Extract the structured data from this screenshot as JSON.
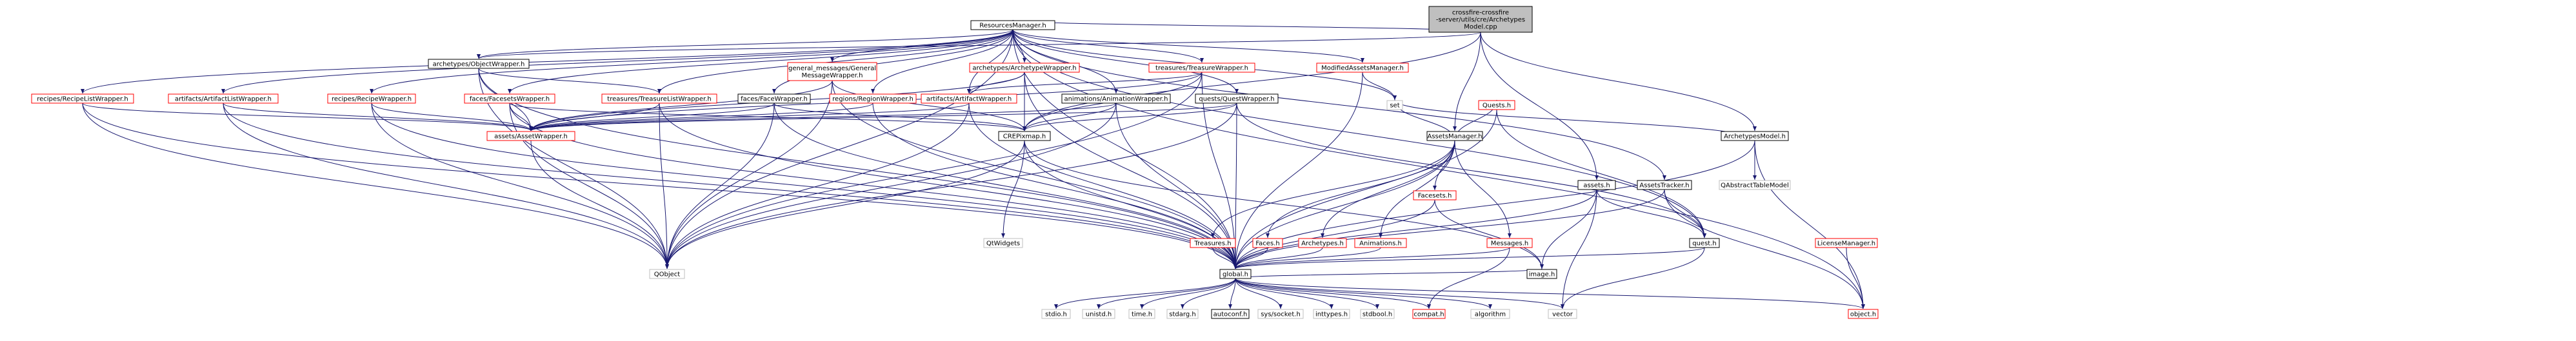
{
  "diagram": {
    "colors": {
      "edge": "#191970",
      "border_black": "#000000",
      "border_red": "#ff0000",
      "border_grey": "#bfbfbf",
      "root_fill": "#bfbfbf",
      "fill": "#ffffff",
      "text": "#000000"
    },
    "nodes": [
      {
        "id": "root",
        "lines": [
          "crossfire-crossfire",
          "-server/utils/cre/Archetypes",
          "Model.cpp"
        ],
        "style": "root"
      },
      {
        "id": "resmgr",
        "lines": [
          "ResourcesManager.h"
        ],
        "style": "black"
      },
      {
        "id": "assetsmgr",
        "lines": [
          "AssetsManager.h"
        ],
        "style": "black"
      },
      {
        "id": "assets",
        "lines": [
          "assets.h"
        ],
        "style": "black"
      },
      {
        "id": "archmodel",
        "lines": [
          "ArchetypesModel.h"
        ],
        "style": "black"
      },
      {
        "id": "objwrap",
        "lines": [
          "archetypes/ObjectWrapper.h"
        ],
        "style": "black"
      },
      {
        "id": "genmsg",
        "lines": [
          "general_messages/General",
          "MessageWrapper.h"
        ],
        "style": "red"
      },
      {
        "id": "archwrap",
        "lines": [
          "archetypes/ArchetypeWrapper.h"
        ],
        "style": "red"
      },
      {
        "id": "treaswrap",
        "lines": [
          "treasures/TreasureWrapper.h"
        ],
        "style": "red"
      },
      {
        "id": "modassets",
        "lines": [
          "ModifiedAssetsManager.h"
        ],
        "style": "red"
      },
      {
        "id": "assetstracker",
        "lines": [
          "AssetsTracker.h"
        ],
        "style": "black"
      },
      {
        "id": "qabstract",
        "lines": [
          "QAbstractTableModel"
        ],
        "style": "grey"
      },
      {
        "id": "recipelist",
        "lines": [
          "recipes/RecipeListWrapper.h"
        ],
        "style": "red"
      },
      {
        "id": "artlist",
        "lines": [
          "artifacts/ArtifactListWrapper.h"
        ],
        "style": "red"
      },
      {
        "id": "recipewrap",
        "lines": [
          "recipes/RecipeWrapper.h"
        ],
        "style": "red"
      },
      {
        "id": "facesetswrap",
        "lines": [
          "faces/FacesetsWrapper.h"
        ],
        "style": "red"
      },
      {
        "id": "treaslist",
        "lines": [
          "treasures/TreasureListWrapper.h"
        ],
        "style": "red"
      },
      {
        "id": "facewrap",
        "lines": [
          "faces/FaceWrapper.h"
        ],
        "style": "black"
      },
      {
        "id": "regionwrap",
        "lines": [
          "regions/RegionWrapper.h"
        ],
        "style": "red"
      },
      {
        "id": "artwrap",
        "lines": [
          "artifacts/ArtifactWrapper.h"
        ],
        "style": "red"
      },
      {
        "id": "animwrap",
        "lines": [
          "animations/AnimationWrapper.h"
        ],
        "style": "black"
      },
      {
        "id": "questwrap",
        "lines": [
          "quests/QuestWrapper.h"
        ],
        "style": "black"
      },
      {
        "id": "set",
        "lines": [
          "set"
        ],
        "style": "grey"
      },
      {
        "id": "quests",
        "lines": [
          "Quests.h"
        ],
        "style": "red"
      },
      {
        "id": "quest",
        "lines": [
          "quest.h"
        ],
        "style": "black"
      },
      {
        "id": "assetwrap",
        "lines": [
          "assets/AssetWrapper.h"
        ],
        "style": "red"
      },
      {
        "id": "crepixmap",
        "lines": [
          "CREPixmap.h"
        ],
        "style": "black"
      },
      {
        "id": "treasures",
        "lines": [
          "Treasures.h"
        ],
        "style": "red"
      },
      {
        "id": "faces",
        "lines": [
          "Faces.h"
        ],
        "style": "red"
      },
      {
        "id": "archetypes",
        "lines": [
          "Archetypes.h"
        ],
        "style": "red"
      },
      {
        "id": "animations",
        "lines": [
          "Animations.h"
        ],
        "style": "red"
      },
      {
        "id": "facesets",
        "lines": [
          "Facesets.h"
        ],
        "style": "red"
      },
      {
        "id": "messages",
        "lines": [
          "Messages.h"
        ],
        "style": "red"
      },
      {
        "id": "license",
        "lines": [
          "LicenseManager.h"
        ],
        "style": "red"
      },
      {
        "id": "qobject",
        "lines": [
          "QObject"
        ],
        "style": "grey"
      },
      {
        "id": "qwidgets",
        "lines": [
          "QtWidgets"
        ],
        "style": "grey"
      },
      {
        "id": "global",
        "lines": [
          "global.h"
        ],
        "style": "black"
      },
      {
        "id": "image",
        "lines": [
          "image.h"
        ],
        "style": "black"
      },
      {
        "id": "stdio",
        "lines": [
          "stdio.h"
        ],
        "style": "grey"
      },
      {
        "id": "unistd",
        "lines": [
          "unistd.h"
        ],
        "style": "grey"
      },
      {
        "id": "time",
        "lines": [
          "time.h"
        ],
        "style": "grey"
      },
      {
        "id": "stdarg",
        "lines": [
          "stdarg.h"
        ],
        "style": "grey"
      },
      {
        "id": "autoconf",
        "lines": [
          "autoconf.h"
        ],
        "style": "black"
      },
      {
        "id": "syssocket",
        "lines": [
          "sys/socket.h"
        ],
        "style": "grey"
      },
      {
        "id": "inttypes",
        "lines": [
          "inttypes.h"
        ],
        "style": "grey"
      },
      {
        "id": "stdbool",
        "lines": [
          "stdbool.h"
        ],
        "style": "grey"
      },
      {
        "id": "compat",
        "lines": [
          "compat.h"
        ],
        "style": "red"
      },
      {
        "id": "algorithm",
        "lines": [
          "algorithm"
        ],
        "style": "grey"
      },
      {
        "id": "vector",
        "lines": [
          "vector"
        ],
        "style": "grey"
      },
      {
        "id": "object",
        "lines": [
          "object.h"
        ],
        "style": "red"
      }
    ],
    "edges": [
      [
        "root",
        "resmgr"
      ],
      [
        "root",
        "assetsmgr"
      ],
      [
        "root",
        "assets"
      ],
      [
        "root",
        "archmodel"
      ],
      [
        "root",
        "crepixmap"
      ],
      [
        "root",
        "objwrap"
      ],
      [
        "resmgr",
        "objwrap"
      ],
      [
        "resmgr",
        "genmsg"
      ],
      [
        "resmgr",
        "archwrap"
      ],
      [
        "resmgr",
        "treaswrap"
      ],
      [
        "resmgr",
        "modassets"
      ],
      [
        "resmgr",
        "assetstracker"
      ],
      [
        "resmgr",
        "recipelist"
      ],
      [
        "resmgr",
        "artlist"
      ],
      [
        "resmgr",
        "recipewrap"
      ],
      [
        "resmgr",
        "facesetswrap"
      ],
      [
        "resmgr",
        "treaslist"
      ],
      [
        "resmgr",
        "facewrap"
      ],
      [
        "resmgr",
        "regionwrap"
      ],
      [
        "resmgr",
        "artwrap"
      ],
      [
        "resmgr",
        "animwrap"
      ],
      [
        "resmgr",
        "questwrap"
      ],
      [
        "resmgr",
        "set"
      ],
      [
        "resmgr",
        "quest"
      ],
      [
        "resmgr",
        "object"
      ],
      [
        "resmgr",
        "qobject"
      ],
      [
        "resmgr",
        "global"
      ],
      [
        "objwrap",
        "assetwrap"
      ],
      [
        "objwrap",
        "qobject"
      ],
      [
        "objwrap",
        "treaslist"
      ],
      [
        "objwrap",
        "global"
      ],
      [
        "genmsg",
        "assetwrap"
      ],
      [
        "genmsg",
        "qobject"
      ],
      [
        "genmsg",
        "crepixmap"
      ],
      [
        "genmsg",
        "global"
      ],
      [
        "archwrap",
        "assetwrap"
      ],
      [
        "archwrap",
        "artwrap"
      ],
      [
        "archwrap",
        "crepixmap"
      ],
      [
        "archwrap",
        "global"
      ],
      [
        "treaswrap",
        "assetwrap"
      ],
      [
        "treaswrap",
        "artwrap"
      ],
      [
        "treaswrap",
        "crepixmap"
      ],
      [
        "treaswrap",
        "global"
      ],
      [
        "treaswrap",
        "qobject"
      ],
      [
        "modassets",
        "set"
      ],
      [
        "modassets",
        "global"
      ],
      [
        "assetstracker",
        "quest"
      ],
      [
        "assetstracker",
        "global"
      ],
      [
        "assetstracker",
        "object"
      ],
      [
        "recipelist",
        "assetwrap"
      ],
      [
        "recipelist",
        "qobject"
      ],
      [
        "recipelist",
        "global"
      ],
      [
        "artlist",
        "assetwrap"
      ],
      [
        "artlist",
        "qobject"
      ],
      [
        "artlist",
        "global"
      ],
      [
        "recipewrap",
        "assetwrap"
      ],
      [
        "recipewrap",
        "qobject"
      ],
      [
        "recipewrap",
        "global"
      ],
      [
        "facesetswrap",
        "assetwrap"
      ],
      [
        "facesetswrap",
        "qobject"
      ],
      [
        "facesetswrap",
        "global"
      ],
      [
        "facesetswrap",
        "crepixmap"
      ],
      [
        "treaslist",
        "assetwrap"
      ],
      [
        "treaslist",
        "qobject"
      ],
      [
        "treaslist",
        "global"
      ],
      [
        "facewrap",
        "assetwrap"
      ],
      [
        "facewrap",
        "crepixmap"
      ],
      [
        "facewrap",
        "qobject"
      ],
      [
        "facewrap",
        "global"
      ],
      [
        "regionwrap",
        "assetwrap"
      ],
      [
        "regionwrap",
        "global"
      ],
      [
        "artwrap",
        "assetwrap"
      ],
      [
        "artwrap",
        "global"
      ],
      [
        "artwrap",
        "qobject"
      ],
      [
        "animwrap",
        "assetwrap"
      ],
      [
        "animwrap",
        "crepixmap"
      ],
      [
        "animwrap",
        "global"
      ],
      [
        "animwrap",
        "qobject"
      ],
      [
        "questwrap",
        "assetwrap"
      ],
      [
        "questwrap",
        "crepixmap"
      ],
      [
        "questwrap",
        "quest"
      ],
      [
        "questwrap",
        "global"
      ],
      [
        "questwrap",
        "qobject"
      ],
      [
        "assetwrap",
        "qobject"
      ],
      [
        "crepixmap",
        "qwidgets"
      ],
      [
        "crepixmap",
        "global"
      ],
      [
        "crepixmap",
        "image"
      ],
      [
        "crepixmap",
        "qobject"
      ],
      [
        "assetsmgr",
        "treasures"
      ],
      [
        "assetsmgr",
        "faces"
      ],
      [
        "assetsmgr",
        "archetypes"
      ],
      [
        "assetsmgr",
        "animations"
      ],
      [
        "assetsmgr",
        "facesets"
      ],
      [
        "assetsmgr",
        "messages"
      ],
      [
        "assetsmgr",
        "quests"
      ],
      [
        "assetsmgr",
        "set"
      ],
      [
        "assetsmgr",
        "global"
      ],
      [
        "assets",
        "quest"
      ],
      [
        "assets",
        "global"
      ],
      [
        "assets",
        "image"
      ],
      [
        "assets",
        "vector"
      ],
      [
        "archmodel",
        "qabstract"
      ],
      [
        "archmodel",
        "set"
      ],
      [
        "archmodel",
        "object"
      ],
      [
        "archmodel",
        "global"
      ],
      [
        "quests",
        "quest"
      ],
      [
        "quests",
        "global"
      ],
      [
        "quest",
        "vector"
      ],
      [
        "quest",
        "global"
      ],
      [
        "treasures",
        "global"
      ],
      [
        "faces",
        "global"
      ],
      [
        "archetypes",
        "global"
      ],
      [
        "animations",
        "global"
      ],
      [
        "facesets",
        "global"
      ],
      [
        "facesets",
        "image"
      ],
      [
        "messages",
        "global"
      ],
      [
        "messages",
        "compat"
      ],
      [
        "license",
        "object"
      ],
      [
        "global",
        "stdio"
      ],
      [
        "global",
        "unistd"
      ],
      [
        "global",
        "time"
      ],
      [
        "global",
        "stdarg"
      ],
      [
        "global",
        "autoconf"
      ],
      [
        "global",
        "syssocket"
      ],
      [
        "global",
        "inttypes"
      ],
      [
        "global",
        "stdbool"
      ],
      [
        "global",
        "compat"
      ],
      [
        "global",
        "algorithm"
      ],
      [
        "global",
        "vector"
      ],
      [
        "global",
        "object"
      ],
      [
        "global",
        "image"
      ]
    ]
  }
}
